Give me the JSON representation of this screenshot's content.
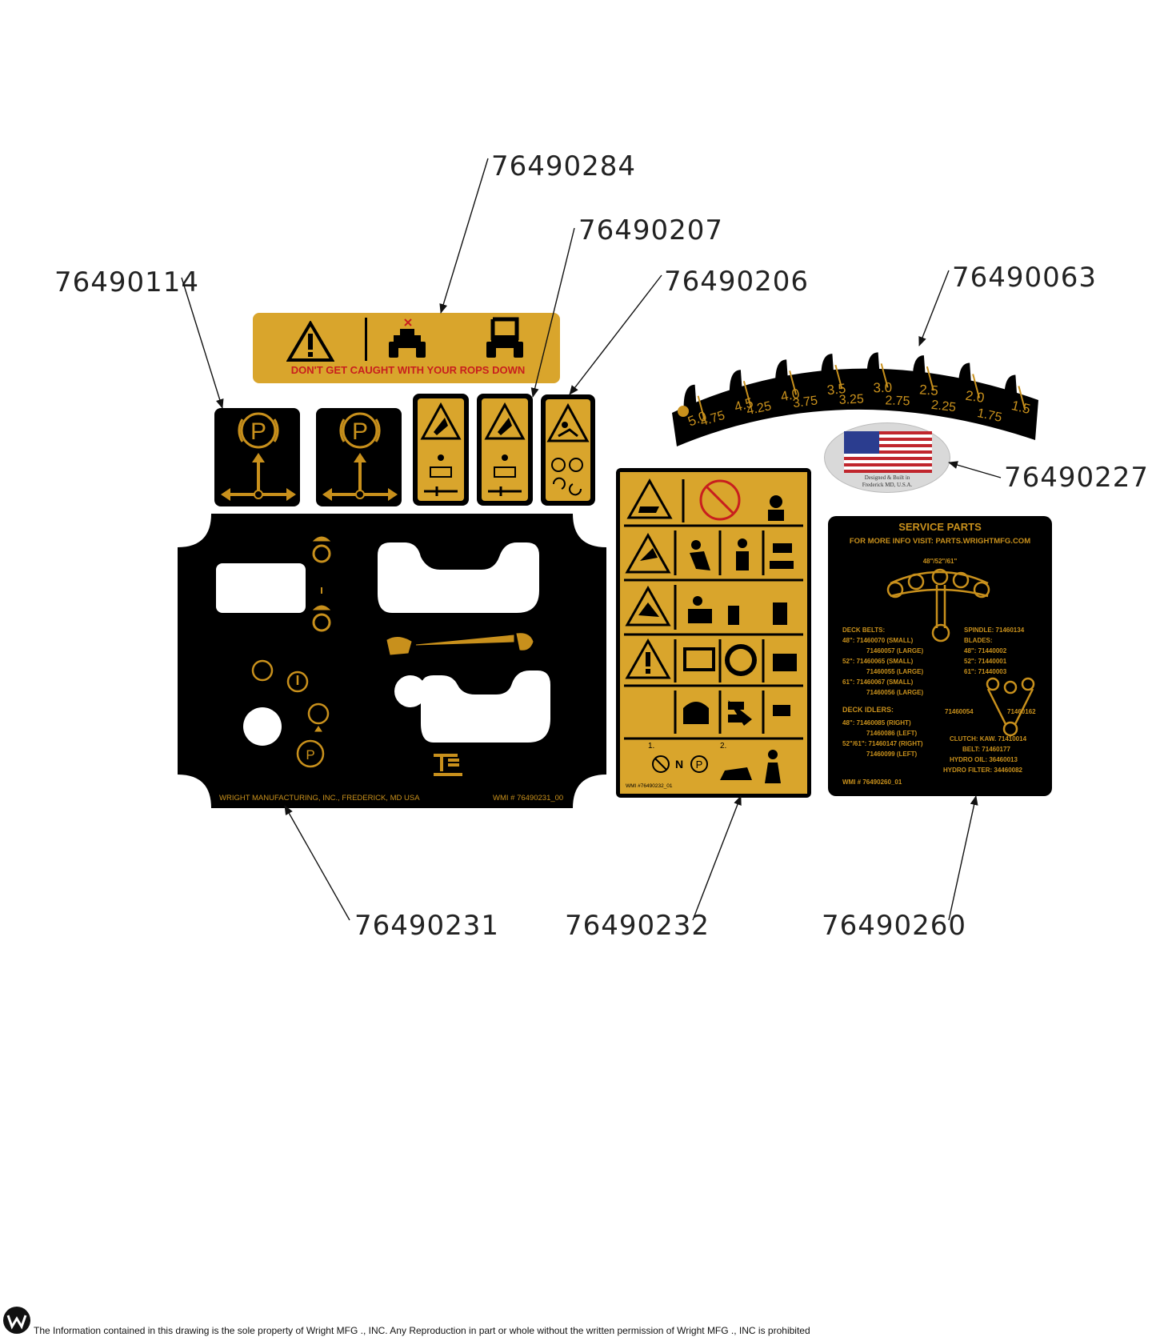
{
  "callouts": {
    "c284": "76490284",
    "c207": "76490207",
    "c206": "76490206",
    "c114": "76490114",
    "c063": "76490063",
    "c227": "76490227",
    "c231": "76490231",
    "c232": "76490232",
    "c260": "76490260"
  },
  "rops_decal": {
    "text": "DON'T GET CAUGHT WITH YOUR ROPS DOWN"
  },
  "height_gauge": {
    "upper": [
      "5.0",
      "4.5",
      "4.0",
      "3.5",
      "3.0",
      "2.5",
      "2.0",
      "1.5"
    ],
    "lower": [
      "4.75",
      "4.25",
      "3.75",
      "3.25",
      "2.75",
      "2.25",
      "1.75"
    ]
  },
  "flag_decal": {
    "line1": "Designed & Built in",
    "line2": "Frederick MD, U.S.A."
  },
  "dashboard_decal": {
    "maker": "WRIGHT MANUFACTURING, INC., FREDERICK, MD USA",
    "part": "WMI # 76490231_00"
  },
  "safety_decal": {
    "part": "WMI #76490232_01",
    "step1": "1.",
    "step2": "2.",
    "neutral": "N"
  },
  "service_decal": {
    "title": "SERVICE PARTS",
    "subtitle": "FOR MORE INFO VISIT: PARTS.WRIGHTMFG.COM",
    "deck_sizes": "48\"/52\"/61\"",
    "deck_belts_label": "DECK BELTS:",
    "deck_belts": [
      "48\": 71460070 (SMALL)",
      "71460057 (LARGE)",
      "52\": 71460065 (SMALL)",
      "71460055 (LARGE)",
      "61\": 71460067 (SMALL)",
      "71460056 (LARGE)"
    ],
    "spindle": "SPINDLE: 71460134",
    "blades_label": "BLADES:",
    "blades": [
      "48\": 71440002",
      "52\": 71440001",
      "61\": 71440003"
    ],
    "deck_idlers_label": "DECK IDLERS:",
    "deck_idlers": [
      "48\": 71460085 (RIGHT)",
      "71460086 (LEFT)",
      "52\"/61\": 71460147 (RIGHT)",
      "71460099 (LEFT)"
    ],
    "pulley_left": "71460054",
    "pulley_right": "71460162",
    "clutch": "CLUTCH: KAW. 71410014",
    "belt": "BELT: 71460177",
    "hydro_oil": "HYDRO OIL: 36460013",
    "hydro_filter": "HYDRO FILTER: 34460082",
    "part": "WMI # 76490260_01"
  },
  "footer": {
    "text": "The Information contained in this drawing is the sole property of Wright MFG ., INC. Any Reproduction in part or whole without the written permission of Wright MFG ., INC is prohibited"
  },
  "colors": {
    "gold": "#c8901c",
    "decal_yellow": "#d9a52c",
    "black": "#000000",
    "red_text": "#c81e1e"
  }
}
